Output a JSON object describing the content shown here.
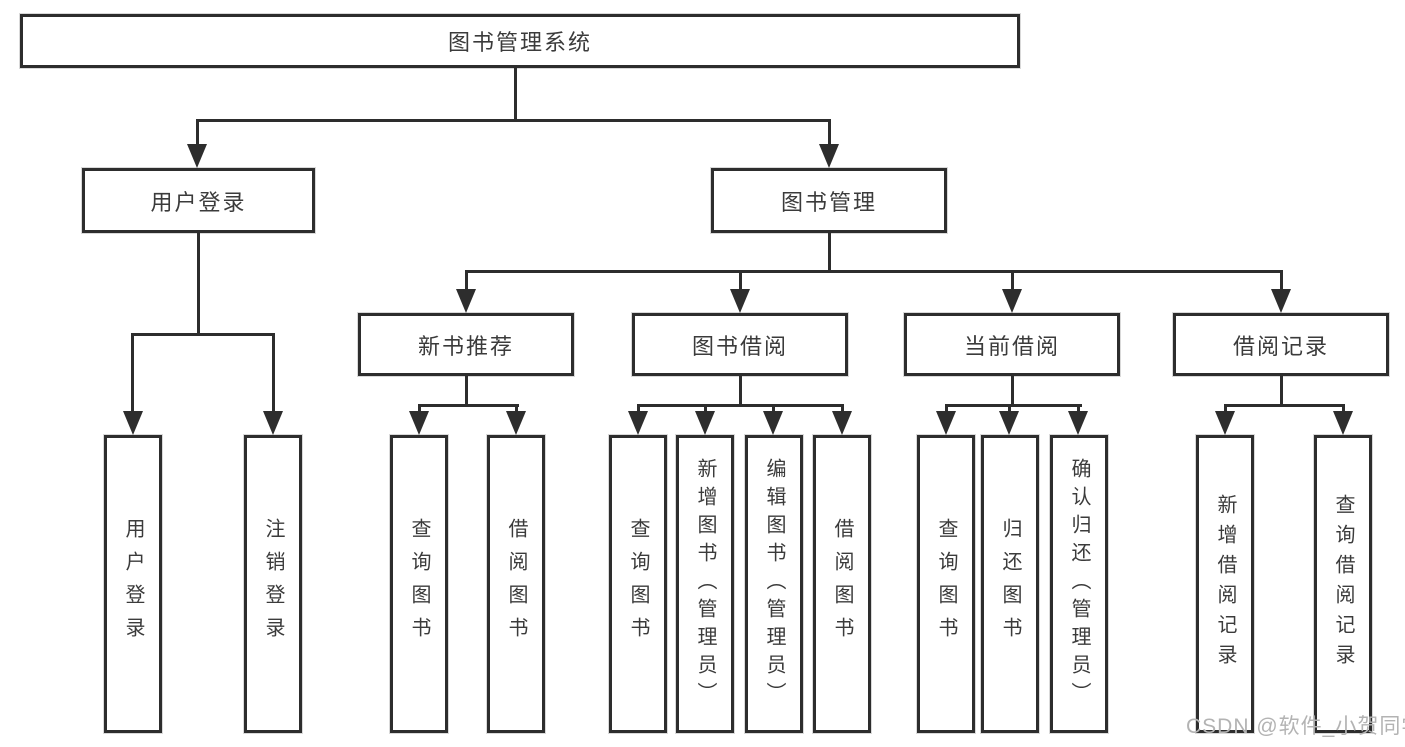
{
  "tree": {
    "root": "图书管理系统",
    "children": [
      {
        "label": "用户登录",
        "leaves": [
          "用户登录",
          "注销登录"
        ]
      },
      {
        "label": "图书管理",
        "children": [
          {
            "label": "新书推荐",
            "leaves": [
              "查询图书",
              "借阅图书"
            ]
          },
          {
            "label": "图书借阅",
            "leaves": [
              "查询图书",
              "新增图书（管理员）",
              "编辑图书（管理员）",
              "借阅图书"
            ]
          },
          {
            "label": "当前借阅",
            "leaves": [
              "查询图书",
              "归还图书",
              "确认归还（管理员）"
            ]
          },
          {
            "label": "借阅记录",
            "leaves": [
              "新增借阅记录",
              "查询借阅记录"
            ]
          }
        ]
      }
    ]
  },
  "watermark": "CSDN @软件_小贺同学",
  "colors": {
    "line": "#2d2d2d",
    "text": "#3b3b3b",
    "watermark": "#b3b3b3",
    "background": "#ffffff"
  }
}
